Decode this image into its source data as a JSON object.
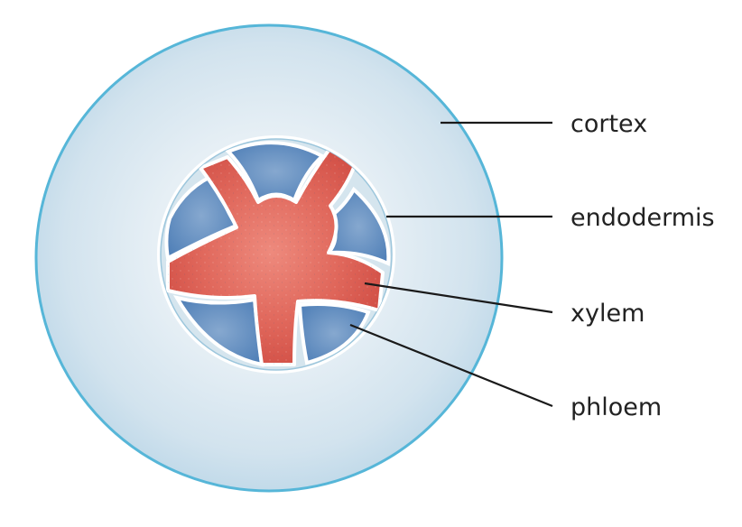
{
  "labels": {
    "cortex": "cortex",
    "endodermis": "endodermis",
    "xylem": "xylem",
    "phloem": "phloem"
  },
  "colors": {
    "background": "#ffffff",
    "cortex_fill": "#dde9f1",
    "cortex_outline": "#56b6d8",
    "endodermis_ring": "#ffffff",
    "stele_fill": "#d5e5ee",
    "xylem_fill": "#d9584c",
    "phloem_fill": "#5b88bd",
    "leader_line": "#1a1a1a",
    "label_text": "#222222"
  }
}
